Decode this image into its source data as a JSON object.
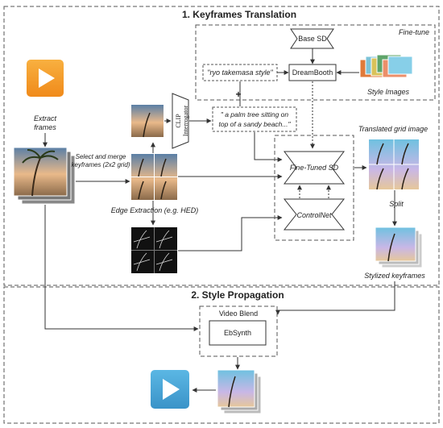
{
  "sections": {
    "translation_title": "1. Keyframes Translation",
    "propagation_title": "2. Style Propagation"
  },
  "finetune": {
    "label": "Fine-tune",
    "base_sd": "Base SD",
    "dreambooth": "DreamBooth",
    "style_prompt": "\"ryo takemasa style\"",
    "style_images_label": "Style Images",
    "plus": "+"
  },
  "input": {
    "extract_frames_line1": "Extract",
    "extract_frames_line2": "frames"
  },
  "pipeline": {
    "select_merge_line1": "Select and merge",
    "select_merge_line2": "keyframes (2x2 grid)",
    "clip_line1": "CLIP",
    "clip_line2": "Interrogator",
    "caption_line1": "\" a palm tree sitting on",
    "caption_line2": "top of a sandy beach...\"",
    "edge_extraction": "Edge Extraction (e.g. HED)",
    "fine_tuned_sd": "Fine-Tuned SD",
    "controlnet": "ControlNet",
    "translated_grid": "Translated grid image",
    "split": "Split",
    "stylized_keyframes": "Stylized keyframes"
  },
  "propagation": {
    "video_blend": "Video Blend",
    "ebsynth": "EbSynth"
  },
  "colors": {
    "play_orange": "#f59a23",
    "play_blue": "#4aa8d8",
    "dash_border": "#555555"
  },
  "icons": {
    "input_video": "play-icon",
    "output_video": "play-icon"
  }
}
